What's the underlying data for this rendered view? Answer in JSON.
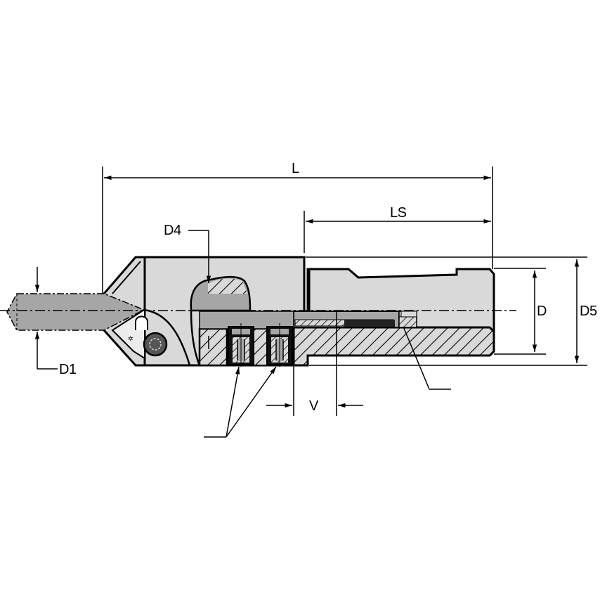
{
  "drawing": {
    "type": "technical drawing",
    "subject": "countersink drill tool with indexable insert, sectional side view",
    "colors": {
      "line": "#000000",
      "body_fill": "#d9d9d9",
      "drill_fill": "#a6a6a6",
      "background": "#ffffff"
    }
  },
  "dimensions": {
    "overall_length": "L",
    "shank_length": "LS",
    "drill_diameter": "D1",
    "body_diameter": "D4",
    "shank_diameter": "D",
    "max_diameter": "D5",
    "adjustment_range": "V"
  }
}
